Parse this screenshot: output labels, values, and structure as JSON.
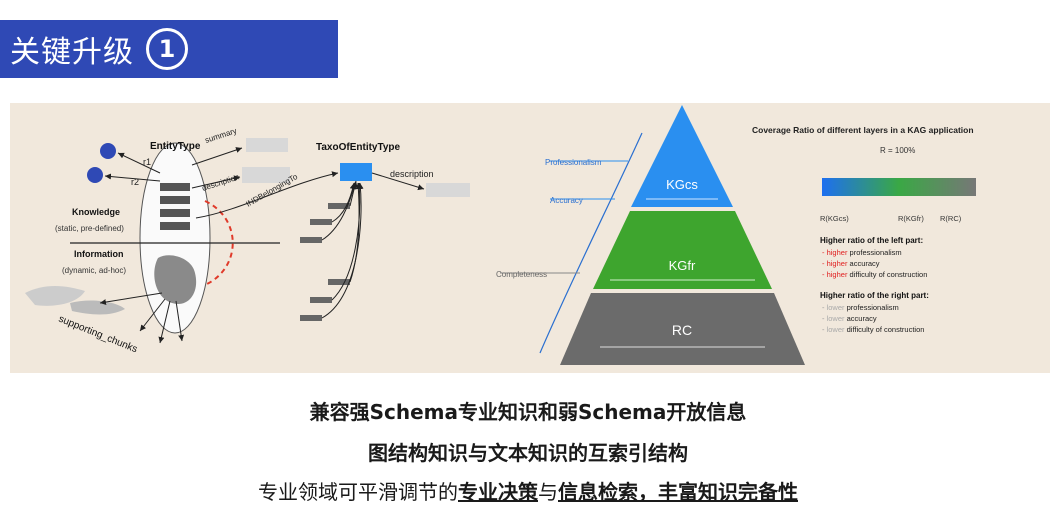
{
  "header": {
    "title": "关键升级",
    "number": "1"
  },
  "left_diagram": {
    "entity_type": "EntityType",
    "summary": "summary",
    "description": "description",
    "r1": "r1",
    "r2": "r2",
    "knowledge_title": "Knowledge",
    "knowledge_sub": "(static, pre-defined)",
    "information_title": "Information",
    "information_sub": "(dynamic, ad-hoc)",
    "supporting_chunks": "supporting_chunks",
    "taxo_type": "TaxoOfEntityType",
    "taxo_description": "description",
    "belonging_to": "INDBelongingTo"
  },
  "pyramid": {
    "top_label": "KGcs",
    "mid_label": "KGfr",
    "base_label": "RC",
    "left_marks": [
      "Professionalism",
      "Accuracy",
      "Completeness"
    ],
    "colors": {
      "top": "#2a8ff0",
      "mid": "#3ea52e",
      "base": "#6b6b6b"
    }
  },
  "legend": {
    "title": "Coverage Ratio of different layers in a KAG application",
    "r_eq": "R = 100%",
    "bar_labels": [
      "R(KGcs)",
      "R(KGfr)",
      "R(RC)"
    ],
    "left_heading": "Higher ratio of the left part:",
    "left_items": [
      {
        "prefix": "higher",
        "text": "professionalism"
      },
      {
        "prefix": "higher",
        "text": "accuracy"
      },
      {
        "prefix": "higher",
        "text": "difficulty of construction"
      }
    ],
    "right_heading": "Higher ratio of the right part:",
    "right_items": [
      {
        "prefix": "lower",
        "text": "professionalism"
      },
      {
        "prefix": "lower",
        "text": "accuracy"
      },
      {
        "prefix": "lower",
        "text": "difficulty of construction"
      }
    ],
    "accent": "#e02020"
  },
  "bottom": {
    "line1": "兼容强Schema专业知识和弱Schema开放信息",
    "line2": "图结构知识与文本知识的互索引结构",
    "line3_prefix": "专业领域可平滑调节的",
    "line3_bold1": "专业决策",
    "line3_mid": "与",
    "line3_bold2": "信息检索，丰富知识完备性"
  }
}
